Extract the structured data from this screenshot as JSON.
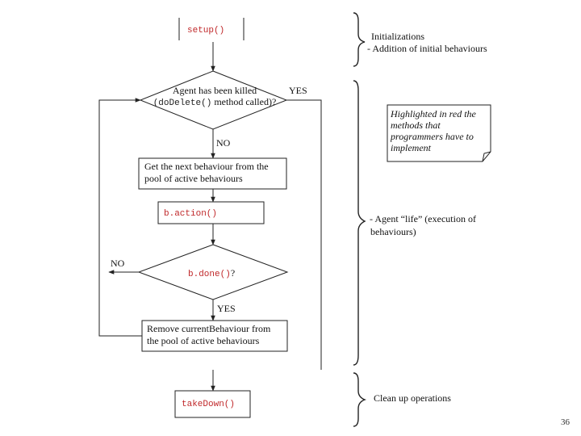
{
  "flow": {
    "setup_method": "setup()",
    "killed_question_line1": "Agent has been killed",
    "killed_question_method": "(doDelete()",
    "killed_question_line2_rest": " method called)?",
    "yes_label_top": "YES",
    "no_label_top": "NO",
    "next_behaviour_line1": "Get the next behaviour from the",
    "next_behaviour_line2": "pool of active behaviours",
    "action_method": "b.action()",
    "done_method": "b.done()",
    "done_question_mark": "?",
    "no_label_left": "NO",
    "yes_label_bottom": "YES",
    "remove_line1": "Remove currentBehaviour from",
    "remove_line2": "the pool of active behaviours",
    "takedown_method": "takeDown()"
  },
  "annotations": {
    "init_title": "Initializations",
    "init_sub": "- Addition of initial behaviours",
    "life_line1": "- Agent “life” (execution of",
    "life_line2": "behaviours)",
    "cleanup": "Clean up operations"
  },
  "note": {
    "line1": "Highlighted in red the",
    "line2": "methods that",
    "line3": "programmers have to",
    "line4": "implement"
  },
  "page_number": "36",
  "colors": {
    "method_red": "#c0282a",
    "line": "#222222"
  }
}
